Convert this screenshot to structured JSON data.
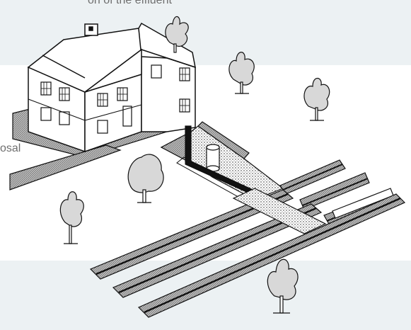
{
  "text_fragments": {
    "top_line": "on of the effluent",
    "left_line": "osal"
  },
  "colors": {
    "band": "#ecf1f3",
    "ink": "#111111",
    "text": "#6f6f6f",
    "foliage": "#d8d8d8",
    "hatch": "#9a9a9a"
  },
  "scene": {
    "subject": "house with septic tank and drainage field trenches",
    "icons": [
      "house-icon",
      "septic-tank-icon",
      "drain-pipe-icon",
      "tree-icon"
    ]
  }
}
